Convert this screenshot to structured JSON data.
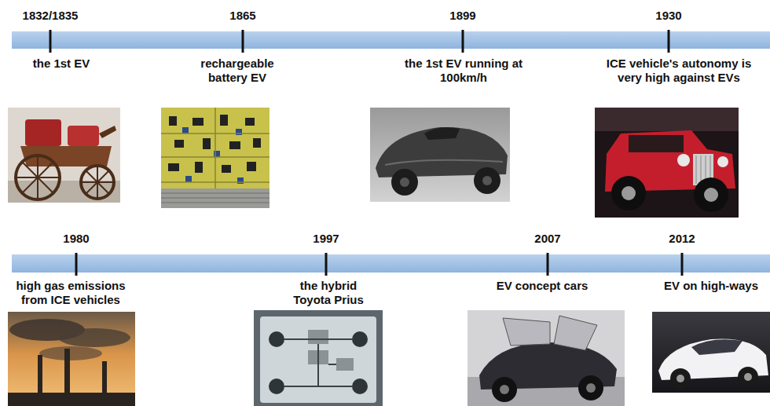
{
  "diagram": {
    "labels": [
      "1832/1835",
      "1865",
      "1899",
      "1930",
      "the 1st EV",
      "rechargeable battery EV",
      "the 1st EV running at 100km/h",
      "ICE vehicle's autonomy is very high against EVs",
      "1980",
      "1997",
      "2007",
      "2012",
      "high gas emissions from ICE vehicles",
      "the hybrid Toyota Prius",
      "EV concept cars",
      "EV on high-ways"
    ]
  }
}
